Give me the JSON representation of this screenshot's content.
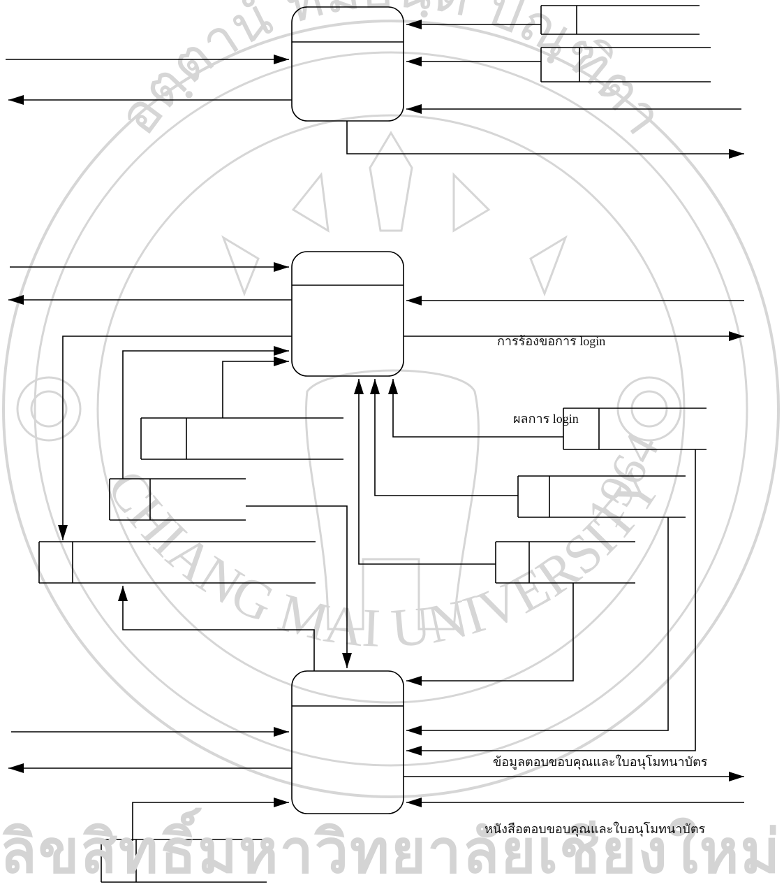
{
  "diagram": {
    "labels": {
      "login_request": "การร้องขอการ login",
      "login_result": "ผลการ login",
      "thanks_data": "ข้อมูลตอบขอบคุณและใบอนุโมทนาบัตร",
      "thanks_letter": "หนังสือตอบขอบคุณและใบอนุโมทนาบัตร"
    },
    "watermark": {
      "university_name": "CHIANG MAI UNIVERSITY",
      "year": "1964",
      "thai_arc": "อตฺตานํ ทมยนฺติ ปณฺฑิตา",
      "footer": "ลิขสิทธิ์มหาวิทยาลัยเชียงใหม่"
    },
    "colors": {
      "line": "#000000",
      "watermark": "#d6d6d6"
    }
  }
}
